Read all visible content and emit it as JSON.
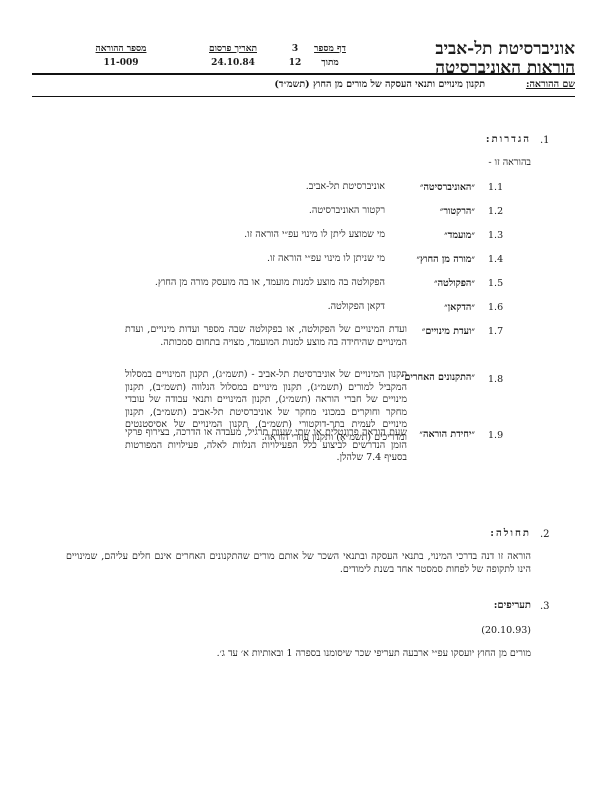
{
  "header": {
    "university_line1": "אוניברסיטת תל-אביב",
    "university_line2": "הוראות האוניברסיטה",
    "page_label": "דף מספר",
    "page_number": "3",
    "of_label": "מתוך",
    "of_total": "12",
    "publish_date_label": "תאריך פרסום",
    "publish_date": "24.10.84",
    "instruction_number_label": "מספר ההוראה",
    "instruction_number": "11-009",
    "title_label": "שם ההוראה:",
    "title": "תקנון מינויים ותנאי העסקה של מורים מן החוץ (תשמ״ד)"
  },
  "sections": {
    "s1": {
      "number": ".1",
      "heading": "הגדרות:",
      "intro": "בהוראה זו -",
      "definitions": [
        {
          "number": "1.1",
          "term": "״האוניברסיטה״",
          "text": "אוניברסיטת תל-אביב."
        },
        {
          "number": "1.2",
          "term": "״הרקטור״",
          "text": "רקטור האוניברסיטה."
        },
        {
          "number": "1.3",
          "term": "״מועמד״",
          "text": "מי שמוצע ליתן לו מינוי עפ״י הוראה זו."
        },
        {
          "number": "1.4",
          "term": "״מורה מן החוץ״",
          "text": "מי שניתן לו מינוי עפ״י הוראה זו."
        },
        {
          "number": "1.5",
          "term": "״הפקולטה״",
          "text": "הפקולטה בה מוצע למנות מועמד, או בה מועסק מורה מן החוץ."
        },
        {
          "number": "1.6",
          "term": "״הדקאן״",
          "text": "דקאן הפקולטה."
        },
        {
          "number": "1.7",
          "term": "״ועדת מינויים״",
          "text": "ועדת המינויים של הפקולטה, או בפקולטה שבה מספר ועדות מינויים, ועדת המינויים שהיחידה בה מוצע למנות המועמד, מצויה בתחום סמכותה."
        },
        {
          "number": "1.8",
          "term": "״התקנונים האחרים״",
          "text": "תקנון המינויים של אוניברסיטת תל-אביב - (תשמ״ג), תקנון המינויים במסלול המקביל למורים (תשמ״ג), תקנון מינויים במסלול הנלווה (תשמ״ב), תקנון מינויים של חברי הוראה (תשמ״ג), תקנון המינויים ותנאי עבודה של עובדי מחקר וחוקרים במכוני מחקר של אוניברסיטת תל-אביב (תשמ״ב), תקנון מינויים לעמית בתר-דוקטורי (תשמ״ב), תקנון המינויים של אסיסטנטים ומדריכים (תשמ״א) ותקנון עוזרי הוראה."
        },
        {
          "number": "1.9",
          "term": "״יחידת הוראה״",
          "text": "שעת הוראה פרונטלית או שתי שעות תרגיל, מעבדה או הדרכה, בצירוף פרקי הזמן הנדרשים לביצוע כלל הפעילויות הנלוות לאלה, פעילויות המפורטות בסעיף 7.4 שלהלן."
        }
      ]
    },
    "s2": {
      "number": ".2",
      "heading": "תחולה:",
      "text": "הוראה זו דנה בדרכי המינוי, בתנאי העסקה ובתנאי השכר של אותם מורים שהתקנונים האחרים אינם חלים עליהם, שמינויים הינו לתקופה של לפחות סמסטר אחד בשנת לימודים."
    },
    "s3": {
      "number": ".3",
      "heading": "תעריפים:",
      "date": "(20.10.93)",
      "text": "מורים מן החוץ יועסקו עפ״י ארבעה תעריפי שכר שיסומנו בספרה 1 ובאותיות א׳ עד ג׳."
    }
  }
}
